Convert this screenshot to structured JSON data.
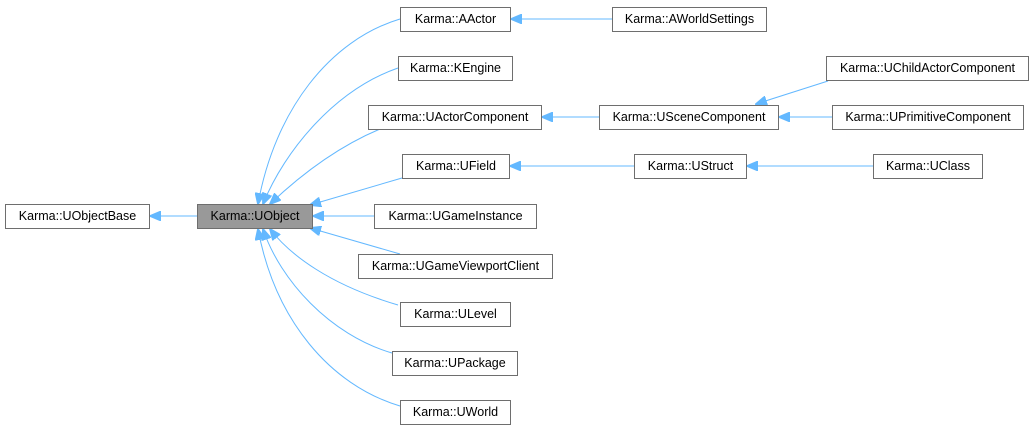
{
  "diagram": {
    "title": "",
    "colors": {
      "edge": "#63b8ff",
      "node_border": "#6e6e6e",
      "active_fill": "#999999",
      "background": "#ffffff"
    },
    "nodes": {
      "uobjectbase": "Karma::UObjectBase",
      "uobject": "Karma::UObject",
      "aactor": "Karma::AActor",
      "kengine": "Karma::KEngine",
      "uactorcomponent": "Karma::UActorComponent",
      "ufield": "Karma::UField",
      "ugameinstance": "Karma::UGameInstance",
      "ugameviewportclient": "Karma::UGameViewportClient",
      "ulevel": "Karma::ULevel",
      "upackage": "Karma::UPackage",
      "uworld": "Karma::UWorld",
      "aworldsettings": "Karma::AWorldSettings",
      "uscenecomponent": "Karma::USceneComponent",
      "ustruct": "Karma::UStruct",
      "uchildactorcomponent": "Karma::UChildActorComponent",
      "uprimitivecomponent": "Karma::UPrimitiveComponent",
      "uclass": "Karma::UClass"
    },
    "edges": [
      {
        "from": "uobject",
        "to": "uobjectbase"
      },
      {
        "from": "aactor",
        "to": "uobject"
      },
      {
        "from": "kengine",
        "to": "uobject"
      },
      {
        "from": "uactorcomponent",
        "to": "uobject"
      },
      {
        "from": "ufield",
        "to": "uobject"
      },
      {
        "from": "ugameinstance",
        "to": "uobject"
      },
      {
        "from": "ugameviewportclient",
        "to": "uobject"
      },
      {
        "from": "ulevel",
        "to": "uobject"
      },
      {
        "from": "upackage",
        "to": "uobject"
      },
      {
        "from": "uworld",
        "to": "uobject"
      },
      {
        "from": "aworldsettings",
        "to": "aactor"
      },
      {
        "from": "uscenecomponent",
        "to": "uactorcomponent"
      },
      {
        "from": "ustruct",
        "to": "ufield"
      },
      {
        "from": "uchildactorcomponent",
        "to": "uscenecomponent"
      },
      {
        "from": "uprimitivecomponent",
        "to": "uscenecomponent"
      },
      {
        "from": "uclass",
        "to": "ustruct"
      }
    ]
  }
}
